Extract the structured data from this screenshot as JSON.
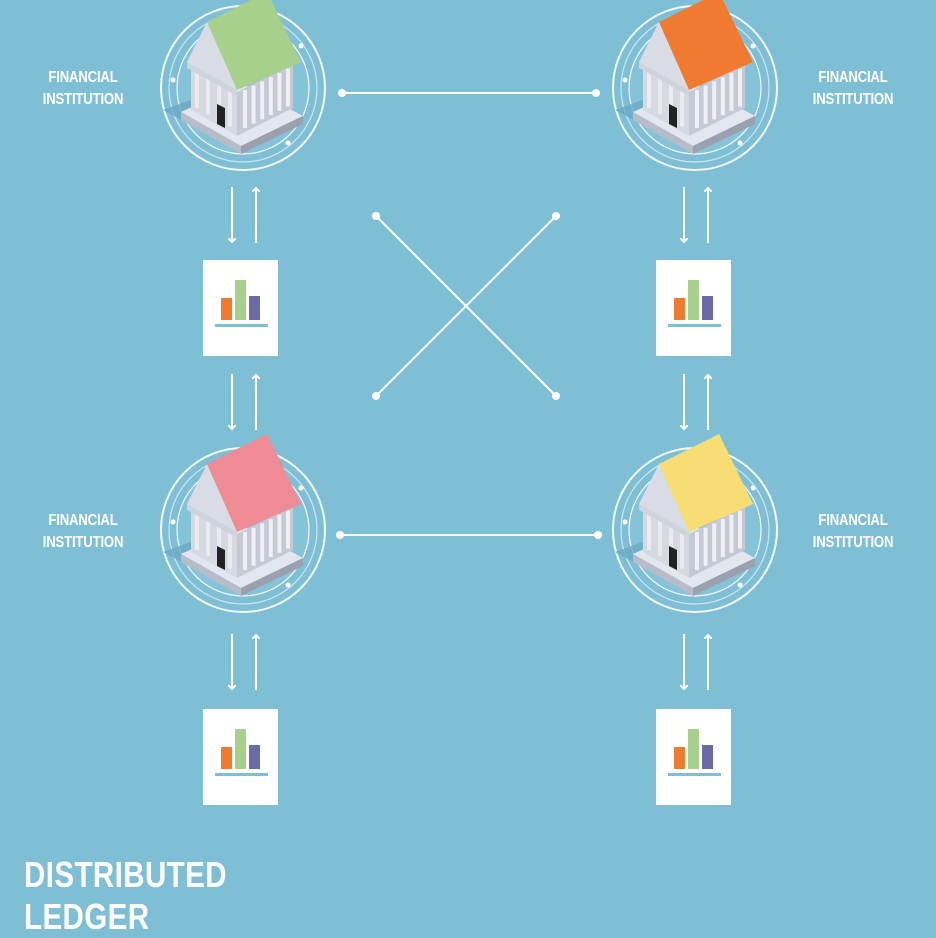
{
  "title": {
    "line1": "DISTRIBUTED",
    "line2": "LEDGER"
  },
  "institutions": [
    {
      "id": "top-left",
      "label_line1": "FINANCIAL",
      "label_line2": "INSTITUTION",
      "roof_color": "#a8d08d"
    },
    {
      "id": "top-right",
      "label_line1": "FINANCIAL",
      "label_line2": "INSTITUTION",
      "roof_color": "#f07a30"
    },
    {
      "id": "bottom-left",
      "label_line1": "FINANCIAL",
      "label_line2": "INSTITUTION",
      "roof_color": "#ee8b95"
    },
    {
      "id": "bottom-right",
      "label_line1": "FINANCIAL",
      "label_line2": "INSTITUTION",
      "roof_color": "#f7dd73"
    }
  ],
  "ledger_bar_colors": [
    "#f07a30",
    "#a8d08d",
    "#6a6aa6"
  ],
  "colors": {
    "background": "#7fbfd6",
    "line": "#ffffff",
    "building": "#d9dce4",
    "building_shadow": "#6fa9c2"
  },
  "icons": {
    "institution": "bank-building-icon",
    "ledger": "ledger-document-icon",
    "exchange": "bidirectional-arrows-icon"
  }
}
